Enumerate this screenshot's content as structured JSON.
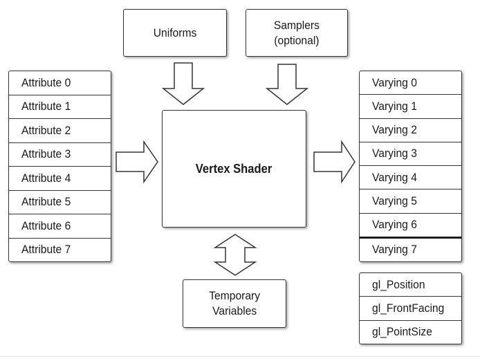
{
  "uniforms": "Uniforms",
  "samplers": {
    "line1": "Samplers",
    "line2": "(optional)"
  },
  "shader": "Vertex Shader",
  "temporary": {
    "line1": "Temporary",
    "line2": "Variables"
  },
  "attributes": [
    "Attribute 0",
    "Attribute 1",
    "Attribute 2",
    "Attribute 3",
    "Attribute 4",
    "Attribute 5",
    "Attribute 6",
    "Attribute 7"
  ],
  "varyings": [
    "Varying 0",
    "Varying 1",
    "Varying 2",
    "Varying 3",
    "Varying 4",
    "Varying 5",
    "Varying 6",
    "Varying 7"
  ],
  "builtins": [
    "gl_Position",
    "gl_FrontFacing",
    "gl_PointSize"
  ]
}
